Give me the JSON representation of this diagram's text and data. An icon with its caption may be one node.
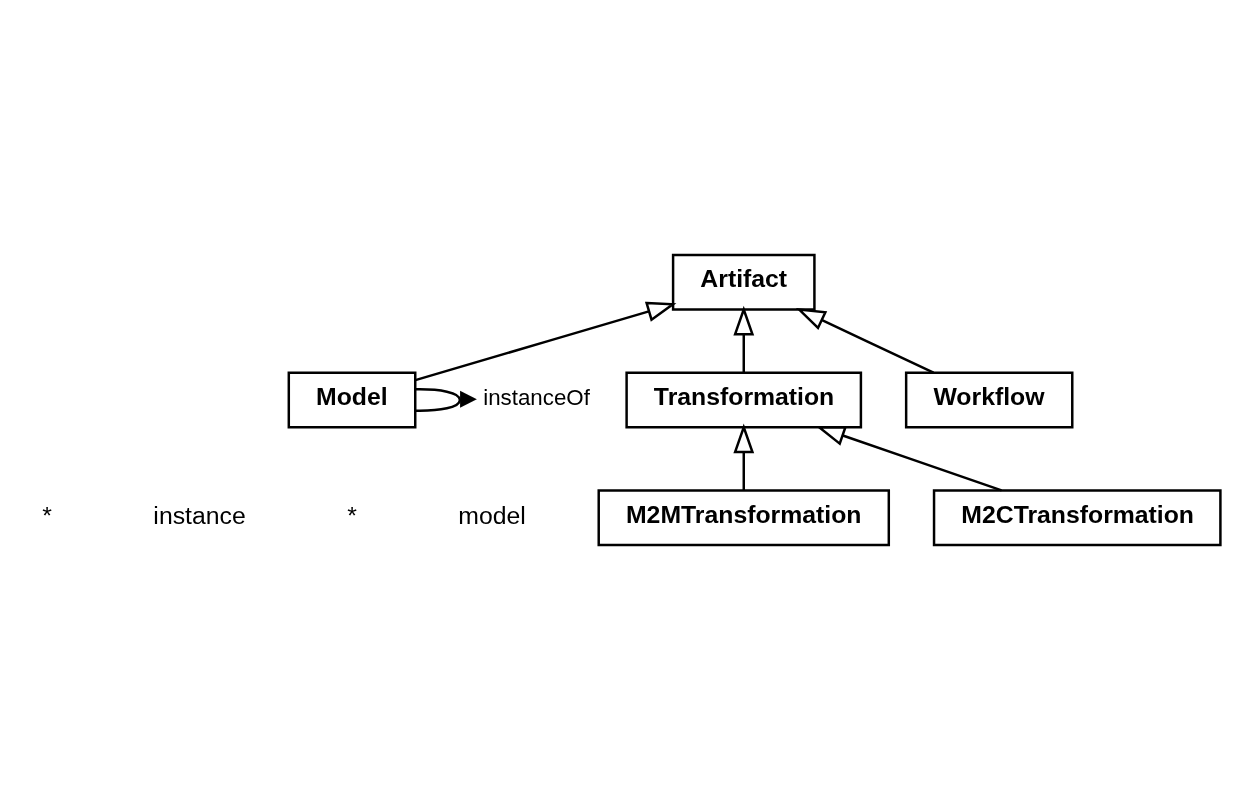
{
  "diagram": {
    "nodes": [
      {
        "text": [
          "Artifact"
        ]
      },
      {
        "text": [
          "Model"
        ]
      },
      {
        "text": [
          "Transformation"
        ]
      },
      {
        "text": [
          "Workflow"
        ]
      },
      {
        "text": [
          "M2MTransformation"
        ]
      },
      {
        "text": [
          "M2CTransformation"
        ]
      }
    ],
    "edges": [
      {
        "from": 1,
        "to": 0,
        "arrow": "to"
      },
      {
        "from": 3,
        "to": 0,
        "arrow": "to"
      },
      {
        "from": 2,
        "to": 0,
        "arrow": "to"
      },
      {
        "from": 1,
        "to": 1,
        "arrow": "none",
        "label": "▶ instanceOf"
      },
      {
        "from": 4,
        "to": 2,
        "arrow": "to"
      },
      {
        "from": 5,
        "to": 2,
        "arrow": "to"
      }
    ],
    "labels": [
      "*",
      "instance",
      "*",
      "model"
    ]
  }
}
